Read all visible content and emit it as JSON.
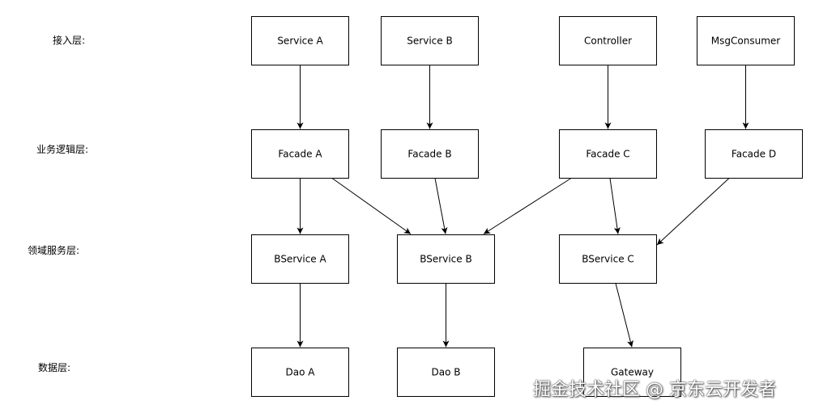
{
  "layers": [
    {
      "id": "access",
      "label": "接入层:"
    },
    {
      "id": "logic",
      "label": "业务逻辑层:"
    },
    {
      "id": "domain",
      "label": "领域服务层:"
    },
    {
      "id": "data",
      "label": "数据层:"
    }
  ],
  "nodes": [
    {
      "id": "service-a",
      "label": "Service A"
    },
    {
      "id": "service-b",
      "label": "Service B"
    },
    {
      "id": "controller",
      "label": "Controller"
    },
    {
      "id": "msgconsumer",
      "label": "MsgConsumer"
    },
    {
      "id": "facade-a",
      "label": "Facade A"
    },
    {
      "id": "facade-b",
      "label": "Facade B"
    },
    {
      "id": "facade-c",
      "label": "Facade C"
    },
    {
      "id": "facade-d",
      "label": "Facade D"
    },
    {
      "id": "bservice-a",
      "label": "BService A"
    },
    {
      "id": "bservice-b",
      "label": "BService B"
    },
    {
      "id": "bservice-c",
      "label": "BService C"
    },
    {
      "id": "dao-a",
      "label": "Dao A"
    },
    {
      "id": "dao-b",
      "label": "Dao B"
    },
    {
      "id": "gateway",
      "label": "Gateway"
    }
  ],
  "edges": [
    {
      "from": "service-a",
      "to": "facade-a"
    },
    {
      "from": "service-b",
      "to": "facade-b"
    },
    {
      "from": "controller",
      "to": "facade-c"
    },
    {
      "from": "msgconsumer",
      "to": "facade-d"
    },
    {
      "from": "facade-a",
      "to": "bservice-a"
    },
    {
      "from": "facade-a",
      "to": "bservice-b"
    },
    {
      "from": "facade-b",
      "to": "bservice-b"
    },
    {
      "from": "facade-c",
      "to": "bservice-b"
    },
    {
      "from": "facade-c",
      "to": "bservice-c"
    },
    {
      "from": "facade-d",
      "to": "bservice-c"
    },
    {
      "from": "bservice-a",
      "to": "dao-a"
    },
    {
      "from": "bservice-b",
      "to": "dao-b"
    },
    {
      "from": "bservice-c",
      "to": "gateway"
    }
  ],
  "watermark": "掘金技术社区 @ 京东云开发者",
  "colors": {
    "stroke": "#000000",
    "background": "#ffffff"
  }
}
